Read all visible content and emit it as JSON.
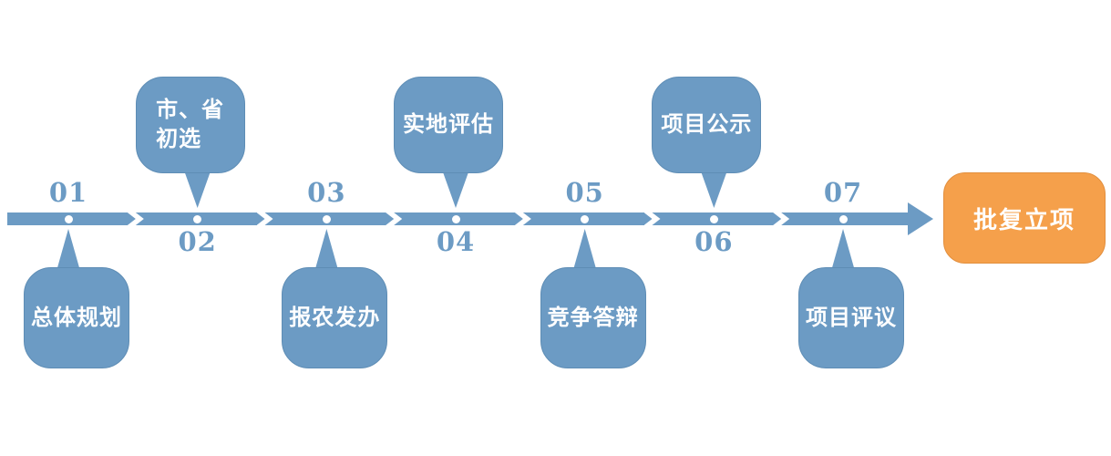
{
  "diagram": {
    "type": "process-timeline",
    "colors": {
      "accent": "#6C9BC4",
      "accent_border": "#5E8DB5",
      "end_node_bg": "#F5A04B",
      "end_node_border": "#E28F3E",
      "bubble_text": "#FFFFFF"
    },
    "steps": [
      {
        "number": "01",
        "lines": [
          "总体规划"
        ],
        "bubble_position": "below"
      },
      {
        "number": "02",
        "lines": [
          "市、省",
          "初选"
        ],
        "bubble_position": "above"
      },
      {
        "number": "03",
        "lines": [
          "报农发办"
        ],
        "bubble_position": "below"
      },
      {
        "number": "04",
        "lines": [
          "实地评估"
        ],
        "bubble_position": "above"
      },
      {
        "number": "05",
        "lines": [
          "竞争答辩"
        ],
        "bubble_position": "below"
      },
      {
        "number": "06",
        "lines": [
          "项目公示"
        ],
        "bubble_position": "above"
      },
      {
        "number": "07",
        "lines": [
          "项目评议"
        ],
        "bubble_position": "below"
      }
    ],
    "end_node": {
      "label": "批复立项"
    }
  }
}
